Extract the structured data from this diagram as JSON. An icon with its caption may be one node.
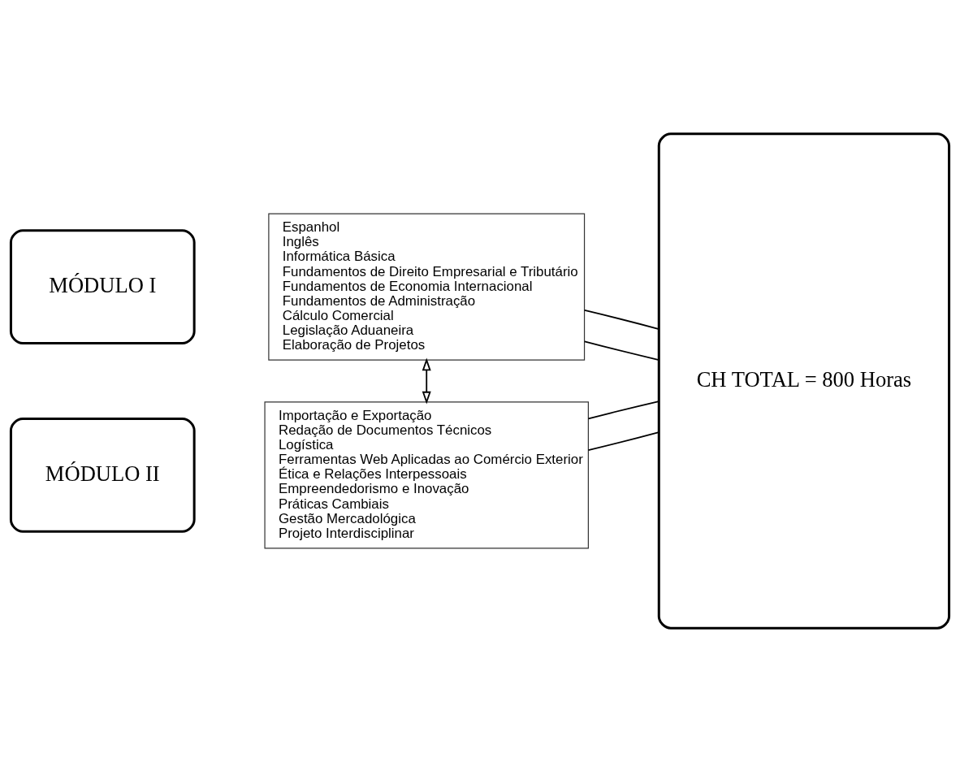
{
  "diagram": {
    "nodes": [
      {
        "text": [
          "MÓDULO I"
        ]
      },
      {
        "text": [
          "Espanhol",
          "Inglês",
          "Informática Básica",
          "Fundamentos de Direito Empresarial e Tributário",
          "Fundamentos de Economia Internacional",
          "Fundamentos de Administração",
          "Cálculo Comercial",
          "Legislação Aduaneira",
          "Elaboração de Projetos"
        ]
      },
      {
        "text": [
          "MÓDULO II"
        ]
      },
      {
        "text": [
          "Importação e Exportação",
          "Redação de Documentos Técnicos",
          "Logística",
          "Ferramentas Web Aplicadas ao Comércio Exterior",
          "Ética e Relações Interpessoais",
          "Empreendedorismo e Inovação",
          "Práticas Cambiais",
          "Gestão Mercadológica",
          "Projeto Interdisciplinar"
        ]
      },
      {
        "text": [
          "CH TOTAL = 800 Horas"
        ]
      }
    ],
    "edges": [
      {
        "from": 1,
        "to": 3,
        "arrow": "both"
      },
      {
        "from": 1,
        "to": 4,
        "arrow": "none"
      },
      {
        "from": 1,
        "to": 4,
        "arrow": "none"
      },
      {
        "from": 3,
        "to": 4,
        "arrow": "none"
      },
      {
        "from": 3,
        "to": 4,
        "arrow": "none"
      }
    ]
  }
}
